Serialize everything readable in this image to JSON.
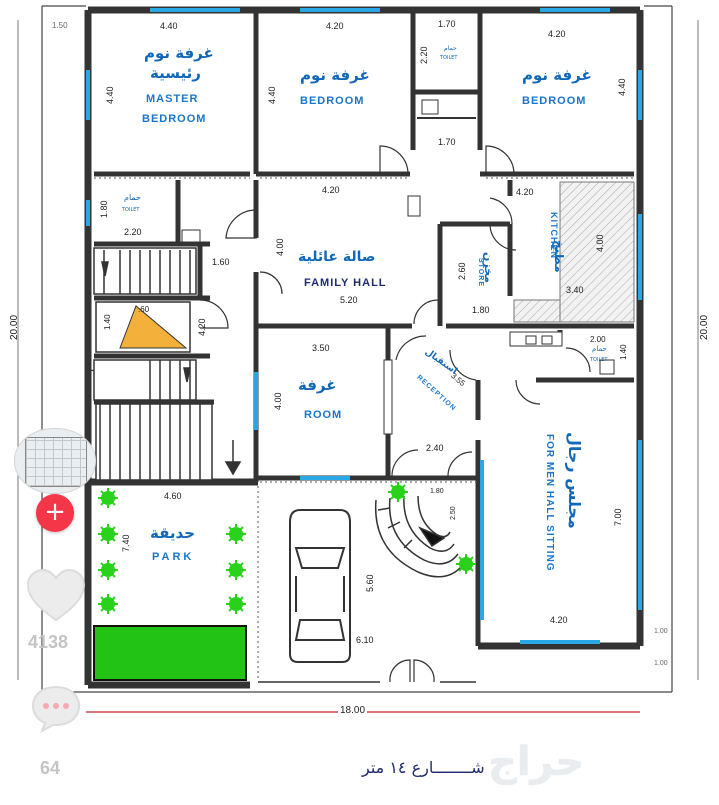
{
  "plan": {
    "rooms": {
      "master": {
        "ar": "غرفة نوم رئيسية",
        "ar1": "غرفة نوم",
        "ar2": "رئيسية",
        "en1": "MASTER",
        "en2": "BEDROOM"
      },
      "bed2": {
        "ar": "غرفة نوم",
        "en": "BEDROOM"
      },
      "bed3": {
        "ar": "غرفة نوم",
        "en": "BEDROOM"
      },
      "toilet_top": {
        "ar": "حمام",
        "en": "TOILET"
      },
      "toilet_left": {
        "ar": "حمام",
        "en": "TOILET"
      },
      "toilet_right": {
        "ar": "حمام",
        "en": "TOILET"
      },
      "family": {
        "ar": "صالة عائلية",
        "en": "FAMILY HALL"
      },
      "kitchen": {
        "ar": "مطبخ",
        "en": "KITCHEN"
      },
      "store": {
        "ar": "مخزن",
        "en": "STORE"
      },
      "room": {
        "ar": "غرفة",
        "en": "ROOM"
      },
      "reception": {
        "ar": "استقبال",
        "en": "RECEPTION"
      },
      "men": {
        "ar": "مجلس رجال",
        "en": "FOR MEN HALL SITTING"
      },
      "park": {
        "ar": "حديقة",
        "en": "PARK"
      }
    },
    "dims": {
      "d150": "1.50",
      "d440a": "4.40",
      "d440b": "4.40",
      "d420a": "4.20",
      "d440c": "4.40",
      "d170a": "1.70",
      "d220a": "2.20",
      "d420b": "4.20",
      "d440d": "4.40",
      "d170b": "1.70",
      "d180a": "1.80",
      "d220b": "2.20",
      "d420c": "4.20",
      "d420d": "4.20",
      "d400a": "4.00",
      "d160": "1.60",
      "d520": "5.20",
      "d400b": "4.00",
      "d260": "2.60",
      "d180b": "1.80",
      "d340": "3.40",
      "d140a": "1.40",
      "d060": ".60",
      "d420e": "4.20",
      "d200": "2.00",
      "d140b": "1.40",
      "d350": "3.50",
      "d400c": "4.00",
      "d355": "3.55",
      "d240": "2.40",
      "d180c": "1.80",
      "d250": "2.50",
      "d700": "7.00",
      "d460": "4.60",
      "d740": "7.40",
      "d560": "5.60",
      "d610": "6.10",
      "d420f": "4.20",
      "d100a": "1.00",
      "d100b": "1.00",
      "d2000a": "20.00",
      "d2000b": "20.00",
      "d1800": "18.00"
    },
    "street": "شــــــــارع ١٤ متر",
    "watermark": "حراج"
  },
  "overlay": {
    "likes": "4138",
    "comments": "64",
    "plus": "+"
  },
  "colors": {
    "wall": "#333333",
    "window": "#2aa7e6",
    "green": "#2ad11a",
    "blue_text": "#1167b8",
    "dim_red": "#c8232c",
    "accent": "#f53649"
  }
}
